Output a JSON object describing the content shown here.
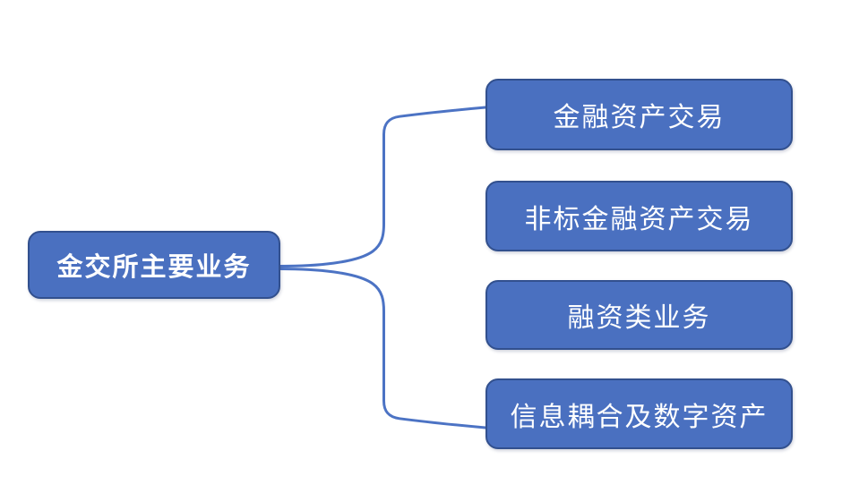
{
  "diagram": {
    "root": {
      "label": "金交所主要业务"
    },
    "children": [
      {
        "label": "金融资产交易"
      },
      {
        "label": "非标金融资产交易"
      },
      {
        "label": "融资类业务"
      },
      {
        "label": "信息耦合及数字资产"
      }
    ],
    "colors": {
      "node_fill": "#4a70c0",
      "node_border": "#32508e",
      "node_text": "#ffffff",
      "connector": "#4c73c4",
      "background": "#ffffff"
    }
  }
}
